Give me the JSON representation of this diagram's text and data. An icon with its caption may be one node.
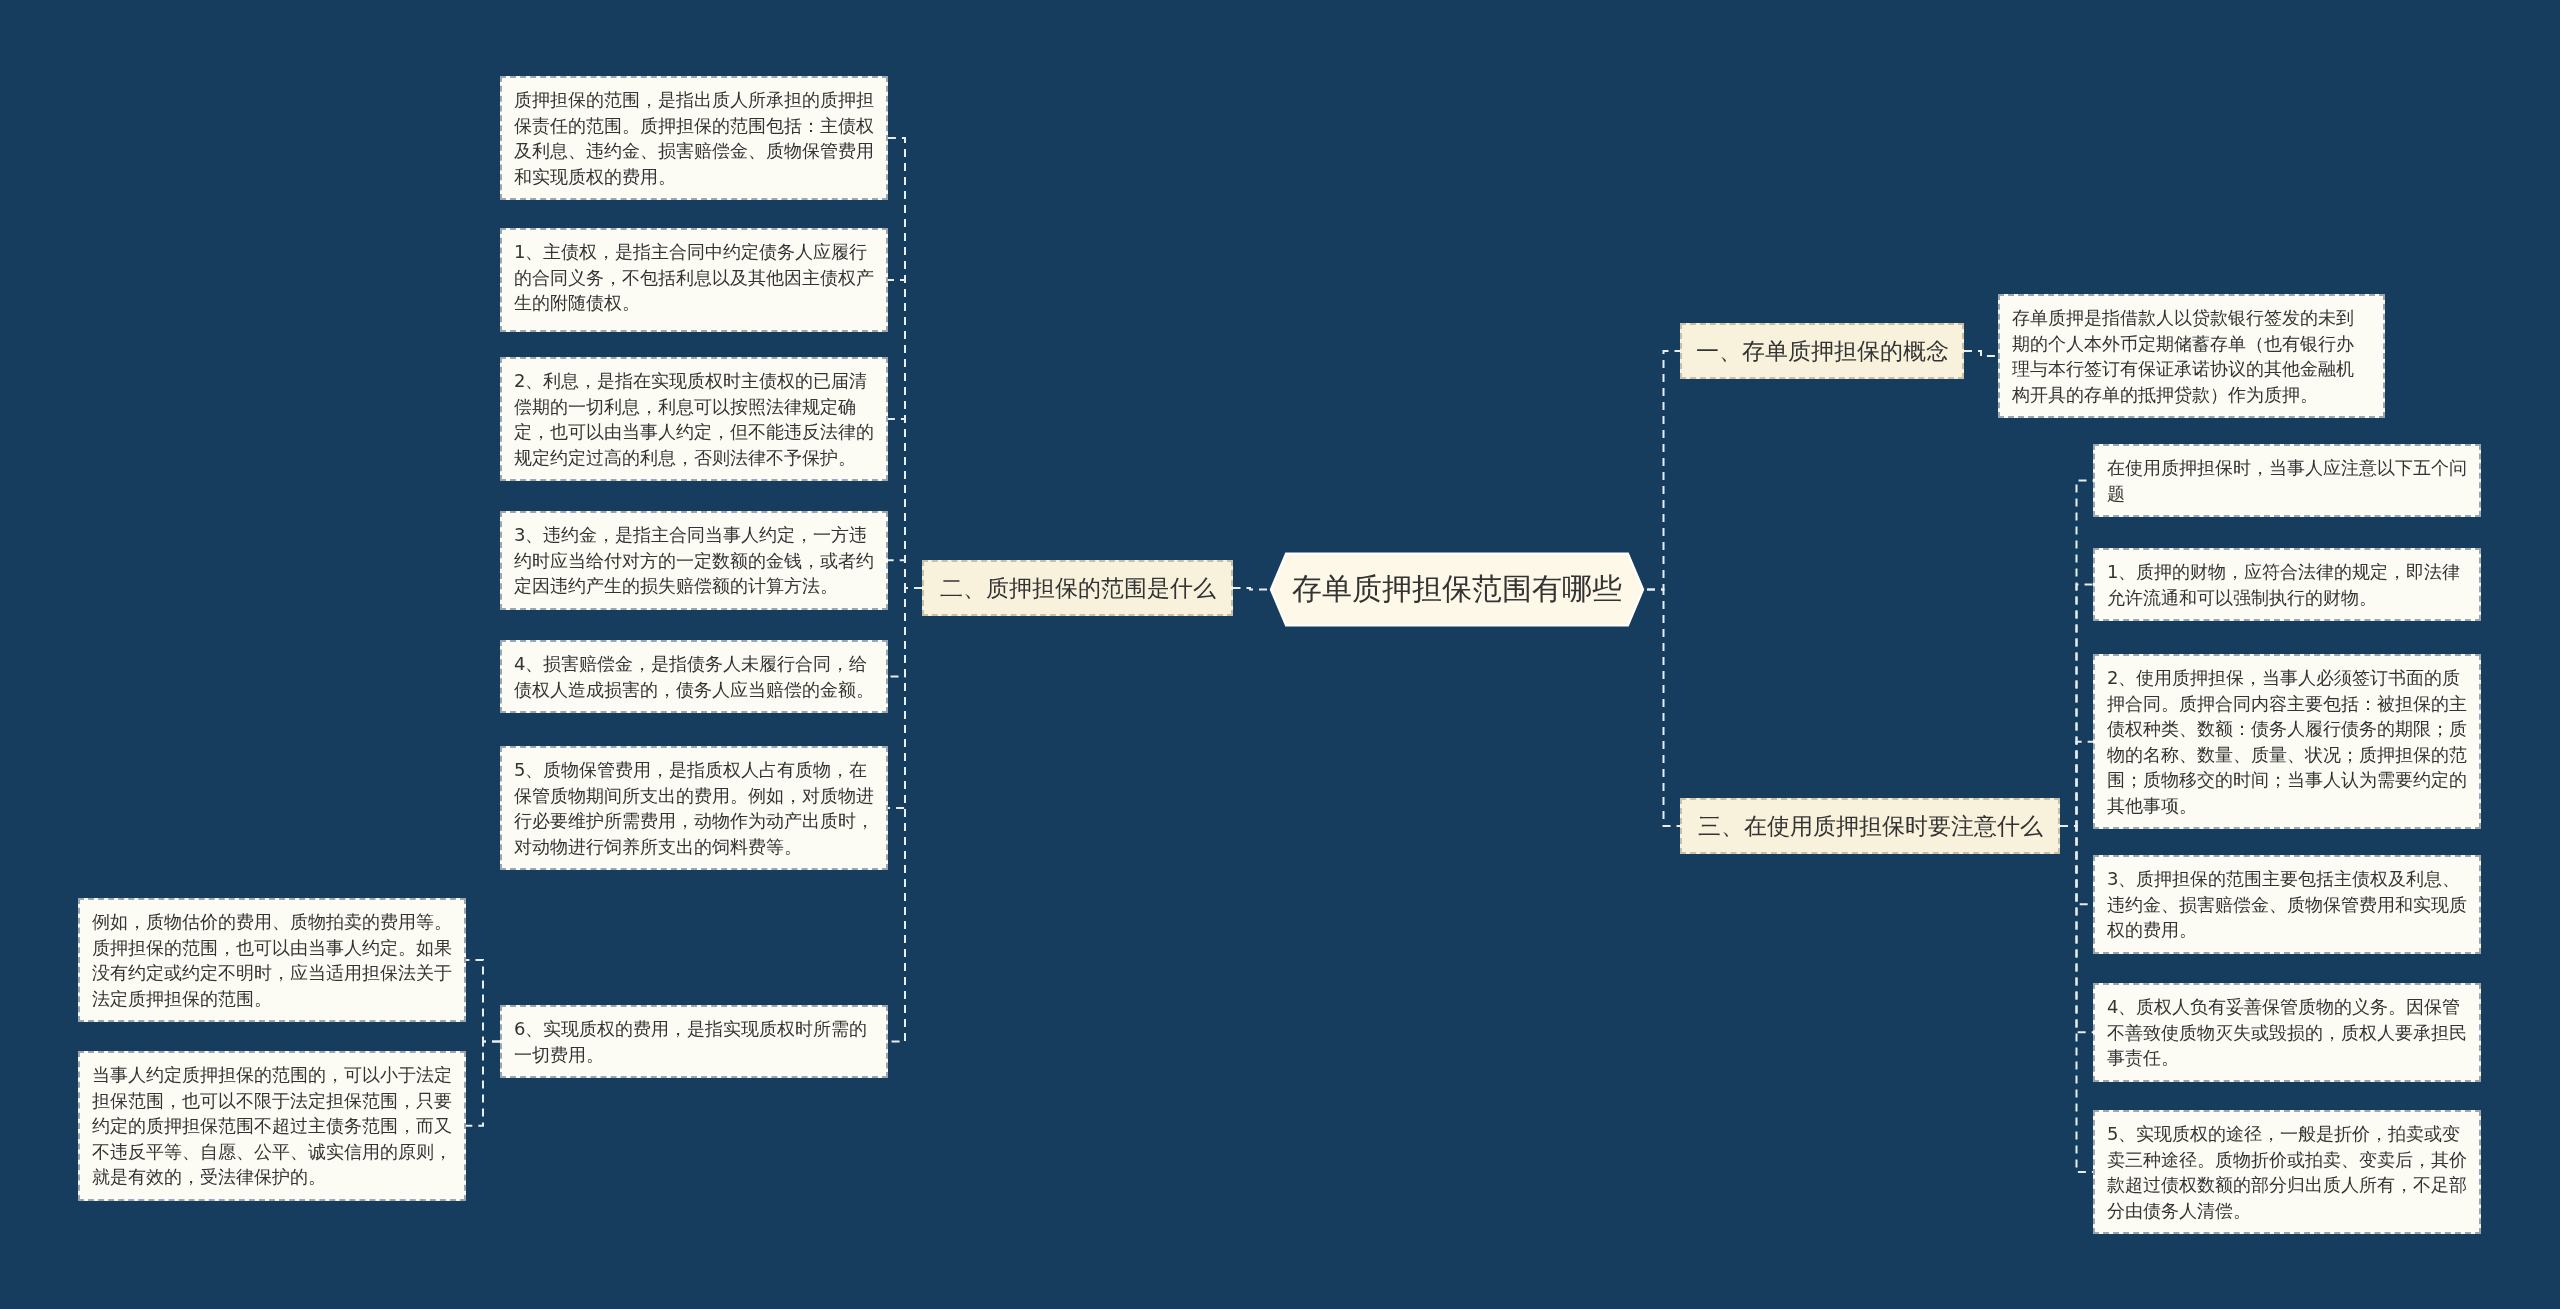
{
  "diagram": {
    "nodes": [
      {
        "text": [
          "存单质押担保范围有哪些"
        ]
      },
      {
        "text": [
          "一、存单质押担保的概念"
        ]
      },
      {
        "text": [
          "存单质押是指借款人以贷款银行签发的未到期的个人本外币定期储蓄存单（也有银行办理与本行签订有保证承诺协议的其他金融机构开具的存单的抵押贷款）作为质押。"
        ]
      },
      {
        "text": [
          "二、质押担保的范围是什么"
        ]
      },
      {
        "text": [
          "质押担保的范围，是指出质人所承担的质押担保责任的范围。质押担保的范围包括：主债权及利息、违约金、损害赔偿金、质物保管费用和实现质权的费用。"
        ]
      },
      {
        "text": [
          "1、主债权，是指主合同中约定债务人应履行的合同义务，不包括利息以及其他因主债权产生的附随债权。"
        ]
      },
      {
        "text": [
          "2、利息，是指在实现质权时主债权的已届清偿期的一切利息，利息可以按照法律规定确定，也可以由当事人约定，但不能违反法律的规定约定过高的利息，否则法律不予保护。"
        ]
      },
      {
        "text": [
          "3、违约金，是指主合同当事人约定，一方违约时应当给付对方的一定数额的金钱，或者约定因违约产生的损失赔偿额的计算方法。"
        ]
      },
      {
        "text": [
          "4、损害赔偿金，是指债务人未履行合同，给债权人造成损害的，债务人应当赔偿的金额。"
        ]
      },
      {
        "text": [
          "5、质物保管费用，是指质权人占有质物，在保管质物期间所支出的费用。例如，对质物进行必要维护所需费用，动物作为动产出质时，对动物进行饲养所支出的饲料费等。"
        ]
      },
      {
        "text": [
          "6、实现质权的费用，是指实现质权时所需的一切费用。"
        ]
      },
      {
        "text": [
          "例如，质物估价的费用、质物拍卖的费用等。质押担保的范围，也可以由当事人约定。如果没有约定或约定不明时，应当适用担保法关于法定质押担保的范围。"
        ]
      },
      {
        "text": [
          "当事人约定质押担保的范围的，可以小于法定担保范围，也可以不限于法定担保范围，只要约定的质押担保范围不超过主债务范围，而又不违反平等、自愿、公平、诚实信用的原则，就是有效的，受法律保护的。"
        ]
      },
      {
        "text": [
          "三、在使用质押担保时要注意什么"
        ]
      },
      {
        "text": [
          "在使用质押担保时，当事人应注意以下五个问题"
        ]
      },
      {
        "text": [
          "1、质押的财物，应符合法律的规定，即法律允许流通和可以强制执行的财物。"
        ]
      },
      {
        "text": [
          "2、使用质押担保，当事人必须签订书面的质押合同。质押合同内容主要包括：被担保的主债权种类、数额：债务人履行债务的期限；质物的名称、数量、质量、状况；质押担保的范围；质物移交的时间；当事人认为需要约定的其他事项。"
        ]
      },
      {
        "text": [
          "3、质押担保的范围主要包括主债权及利息、违约金、损害赔偿金、质物保管费用和实现质权的费用。"
        ]
      },
      {
        "text": [
          "4、质权人负有妥善保管质物的义务。因保管不善致使质物灭失或毁损的，质权人要承担民事责任。"
        ]
      },
      {
        "text": [
          "5、实现质权的途径，一般是折价，拍卖或变卖三种途径。质物折价或拍卖、变卖后，其价款超过债权数额的部分归出质人所有，不足部分由债务人清偿。"
        ]
      }
    ],
    "edges": [
      {
        "from": 0,
        "to": 1,
        "arrow": "none",
        "style": "dashed"
      },
      {
        "from": 1,
        "to": 2,
        "arrow": "none",
        "style": "dashed"
      },
      {
        "from": 0,
        "to": 3,
        "arrow": "none",
        "style": "dashed"
      },
      {
        "from": 3,
        "to": 4,
        "arrow": "none",
        "style": "dashed"
      },
      {
        "from": 3,
        "to": 5,
        "arrow": "none",
        "style": "dashed"
      },
      {
        "from": 3,
        "to": 6,
        "arrow": "none",
        "style": "dashed"
      },
      {
        "from": 3,
        "to": 7,
        "arrow": "none",
        "style": "dashed"
      },
      {
        "from": 3,
        "to": 8,
        "arrow": "none",
        "style": "dashed"
      },
      {
        "from": 3,
        "to": 9,
        "arrow": "none",
        "style": "dashed"
      },
      {
        "from": 3,
        "to": 10,
        "arrow": "none",
        "style": "dashed"
      },
      {
        "from": 10,
        "to": 11,
        "arrow": "none",
        "style": "dashed"
      },
      {
        "from": 10,
        "to": 12,
        "arrow": "none",
        "style": "dashed"
      },
      {
        "from": 0,
        "to": 13,
        "arrow": "none",
        "style": "dashed"
      },
      {
        "from": 13,
        "to": 14,
        "arrow": "none",
        "style": "dashed"
      },
      {
        "from": 13,
        "to": 15,
        "arrow": "none",
        "style": "dashed"
      },
      {
        "from": 13,
        "to": 16,
        "arrow": "none",
        "style": "dashed"
      },
      {
        "from": 13,
        "to": 17,
        "arrow": "none",
        "style": "dashed"
      },
      {
        "from": 13,
        "to": 18,
        "arrow": "none",
        "style": "dashed"
      },
      {
        "from": 13,
        "to": 19,
        "arrow": "none",
        "style": "dashed"
      }
    ]
  }
}
